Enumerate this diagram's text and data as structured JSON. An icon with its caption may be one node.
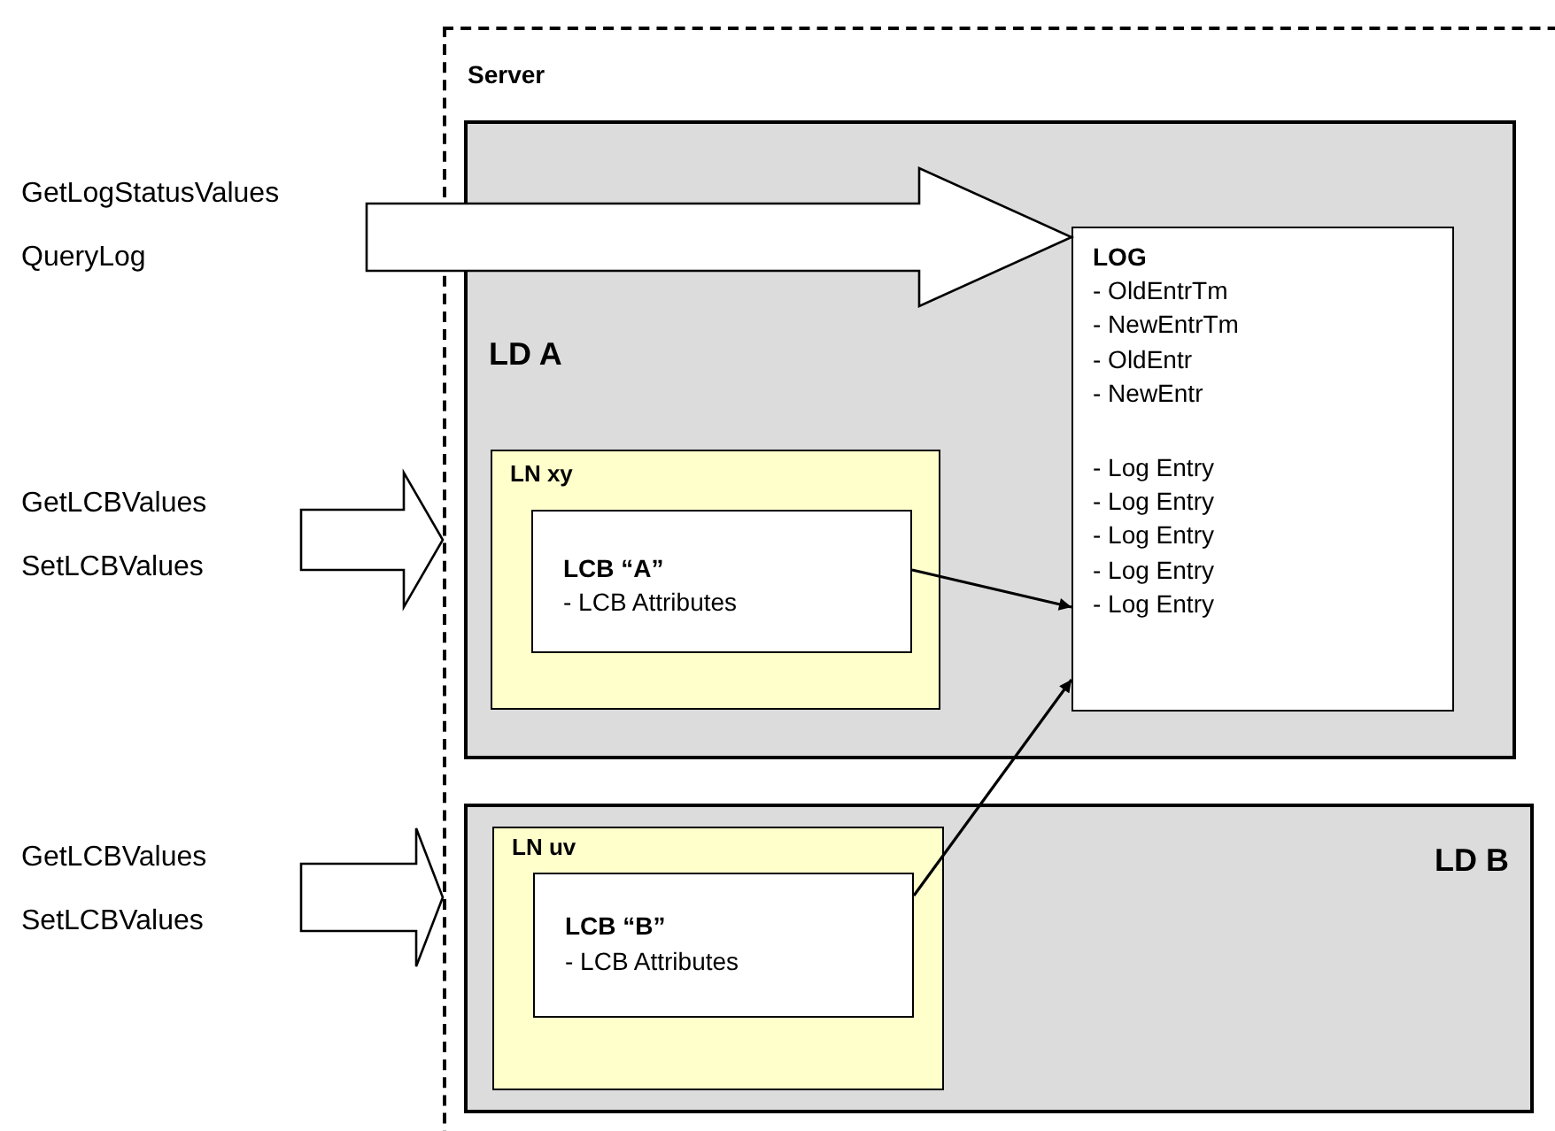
{
  "diagram": {
    "nodes": [
      {
        "text": [
          "Server"
        ]
      },
      {
        "text": [
          "LD A"
        ],
        "in": 0
      },
      {
        "text": [
          "LOG",
          "- OldEntrTm",
          "- NewEntrTm",
          "- OldEntr",
          "- NewEntr",
          "- Log Entry",
          "- Log Entry",
          "- Log Entry",
          "- Log Entry",
          "- Log Entry"
        ],
        "in": 1
      },
      {
        "text": [
          "LN xy"
        ],
        "in": 1
      },
      {
        "text": [
          "LCB “A”",
          "- LCB  Attributes"
        ],
        "in": 3
      },
      {
        "text": [
          "LD B"
        ],
        "in": 0
      },
      {
        "text": [
          "LN uv"
        ],
        "in": 5
      },
      {
        "text": [
          "LCB “B”",
          "- LCB  Attributes"
        ],
        "in": 6
      },
      {
        "text": [
          "GetLogStatusValues",
          "QueryLog"
        ]
      },
      {
        "text": [
          "GetLCBValues",
          "SetLCBValues"
        ]
      },
      {
        "text": [
          "GetLCBValues",
          "SetLCBValues"
        ]
      }
    ],
    "edges": [
      {
        "from": 8,
        "to": 2,
        "arrow": "to",
        "style": "thick"
      },
      {
        "from": 9,
        "to": 0,
        "arrow": "to",
        "style": "thick"
      },
      {
        "from": 10,
        "to": 0,
        "arrow": "to",
        "style": "thick"
      },
      {
        "from": 4,
        "to": 2,
        "arrow": "to"
      },
      {
        "from": 7,
        "to": 2,
        "arrow": "to"
      }
    ]
  }
}
